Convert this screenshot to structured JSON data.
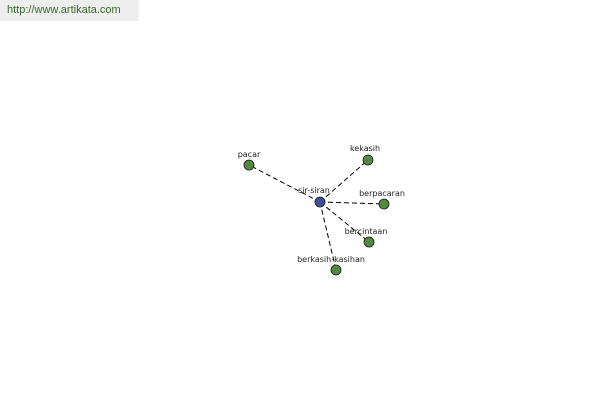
{
  "watermark": {
    "url": "http://www.artikata.com"
  },
  "colors": {
    "center_node": "#3f4f9a",
    "leaf_node": "#4f8a3f"
  },
  "graph": {
    "center": {
      "id": "center",
      "label": "sir-siran"
    },
    "nodes": [
      {
        "id": "pacar",
        "label": "pacar"
      },
      {
        "id": "kekasih",
        "label": "kekasih"
      },
      {
        "id": "berpacaran",
        "label": "berpacaran"
      },
      {
        "id": "bercintaan",
        "label": "bercintaan"
      },
      {
        "id": "berkasih-kasihan",
        "label": "berkasih-kasihan"
      }
    ],
    "edges": [
      {
        "from": "center",
        "to": "pacar"
      },
      {
        "from": "center",
        "to": "kekasih"
      },
      {
        "from": "center",
        "to": "berpacaran"
      },
      {
        "from": "center",
        "to": "bercintaan"
      },
      {
        "from": "center",
        "to": "berkasih-kasihan"
      }
    ]
  }
}
